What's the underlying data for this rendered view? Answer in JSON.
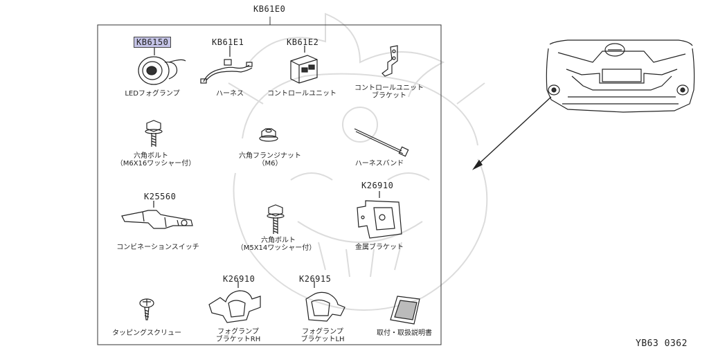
{
  "kit": {
    "code": "KB61E0"
  },
  "parts": [
    {
      "code": "KB6150",
      "name": "LEDフォグランプ",
      "highlighted": true
    },
    {
      "code": "KB61E1",
      "name": "ハーネス"
    },
    {
      "code": "KB61E2",
      "name": "コントロールユニット"
    },
    {
      "code": "",
      "name": "コントロールユニット",
      "name2": "ブラケット"
    },
    {
      "code": "",
      "name": "六角ボルト",
      "name2": "（M6X16ワッシャー付）"
    },
    {
      "code": "",
      "name": "六角フランジナット",
      "name2": "（M6）"
    },
    {
      "code": "",
      "name": "ハーネスバンド"
    },
    {
      "code": "K25560",
      "name": "コンビネーションスイッチ"
    },
    {
      "code": "",
      "name": "六角ボルト",
      "name2": "（M5X14ワッシャー付）"
    },
    {
      "code": "K26910",
      "name": "金属ブラケット"
    },
    {
      "code": "",
      "name": "タッピングスクリュー"
    },
    {
      "code": "K26910",
      "name": "フォグランプ",
      "name2": "ブラケットRH"
    },
    {
      "code": "K26915",
      "name": "フォグランプ",
      "name2": "ブラケットLH"
    },
    {
      "code": "",
      "name": "取付・取扱説明書"
    }
  ],
  "figure_id": "YB63 0362",
  "colors": {
    "highlight": "#c4c3e6",
    "line": "#222222",
    "watermark": "#d8d8d8"
  }
}
